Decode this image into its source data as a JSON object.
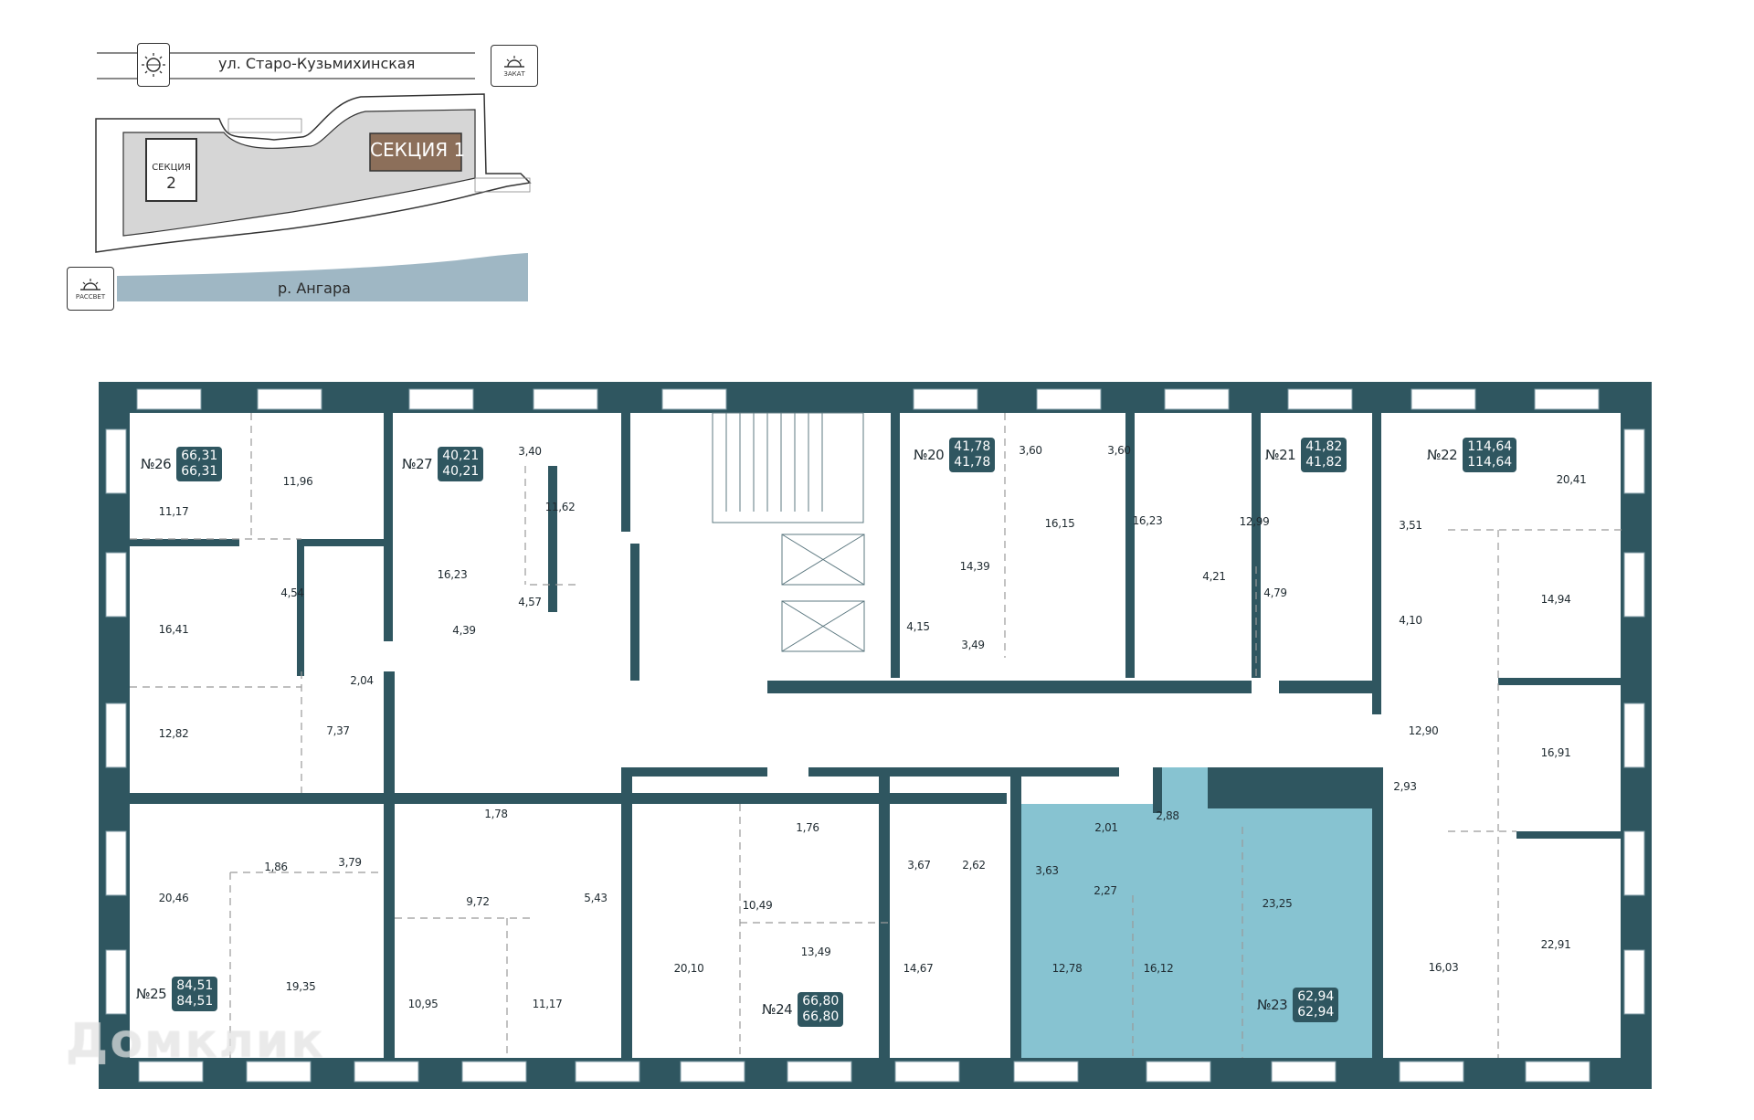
{
  "site_plan": {
    "street": "ул. Старо-Кузьмихинская",
    "river": "р. Ангара",
    "section_1": "СЕКЦИЯ 1",
    "section_2_label": "СЕКЦИЯ",
    "section_2_num": "2",
    "sunset_label": "ЗАКАТ",
    "sunrise_label": "РАССВЕТ",
    "colors": {
      "section_1": "#8c6f5a",
      "site": "#d6d6d6",
      "river": "#9fb7c4"
    }
  },
  "floor_plan": {
    "wall_color": "#2f5660",
    "highlight_color": "#87c3d1",
    "apartments": [
      {
        "number": "№26",
        "area_total": "66,31",
        "area_living": "66,31"
      },
      {
        "number": "№27",
        "area_total": "40,21",
        "area_living": "40,21"
      },
      {
        "number": "№20",
        "area_total": "41,78",
        "area_living": "41,78"
      },
      {
        "number": "№21",
        "area_total": "41,82",
        "area_living": "41,82"
      },
      {
        "number": "№22",
        "area_total": "114,64",
        "area_living": "114,64"
      },
      {
        "number": "№25",
        "area_total": "84,51",
        "area_living": "84,51"
      },
      {
        "number": "№24",
        "area_total": "66,80",
        "area_living": "66,80"
      },
      {
        "number": "№23",
        "area_total": "62,94",
        "area_living": "62,94",
        "highlighted": true
      }
    ],
    "rooms": [
      "11,17",
      "11,96",
      "16,41",
      "4,54",
      "2,04",
      "12,82",
      "7,37",
      "3,40",
      "11,62",
      "16,23",
      "4,57",
      "4,39",
      "3,60",
      "16,15",
      "14,39",
      "4,15",
      "3,49",
      "3,60",
      "16,23",
      "12,99",
      "4,21",
      "4,79",
      "20,41",
      "3,51",
      "4,10",
      "14,94",
      "12,90",
      "16,91",
      "2,93",
      "16,03",
      "22,91",
      "20,46",
      "1,86",
      "3,79",
      "19,35",
      "9,72",
      "1,78",
      "5,43",
      "10,95",
      "11,17",
      "20,10",
      "10,49",
      "13,49",
      "1,76",
      "3,67",
      "2,62",
      "14,67",
      "3,63",
      "2,01",
      "2,88",
      "2,27",
      "12,78",
      "16,12",
      "23,25"
    ]
  },
  "watermark": "Домклик"
}
